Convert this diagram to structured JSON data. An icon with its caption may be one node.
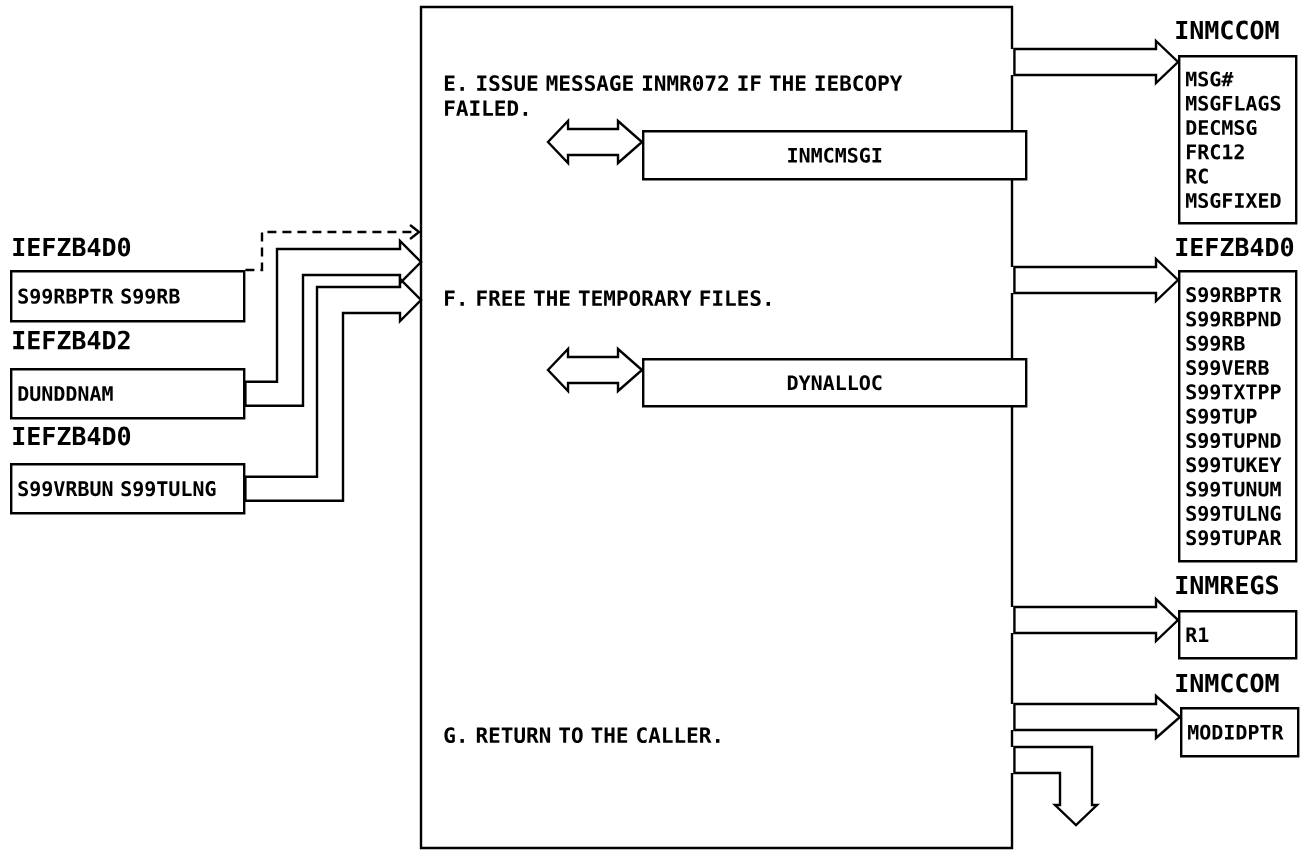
{
  "diagram": {
    "nodes": [
      {
        "text": [
          "IEFZB4D0",
          "S99RBPTR S99RB"
        ]
      },
      {
        "text": [
          "IEFZB4D2",
          "DUNDDNAM"
        ]
      },
      {
        "text": [
          "IEFZB4D0",
          "S99VRBUN S99TULNG"
        ]
      },
      {
        "text": [
          "E. ISSUE MESSAGE INMR072 IF THE IEBCOPY FAILED.",
          "F. FREE THE TEMPORARY FILES.",
          "G. RETURN TO THE CALLER."
        ]
      },
      {
        "text": [
          "INMCMSGI"
        ],
        "in": 3
      },
      {
        "text": [
          "DYNALLOC"
        ],
        "in": 3
      },
      {
        "text": [
          "INMCCOM",
          "MSG#",
          "MSGFLAGS",
          "DECMSG",
          "FRC12",
          "RC",
          "MSGFIXED"
        ]
      },
      {
        "text": [
          "IEFZB4D0",
          "S99RBPTR",
          "S99RBPND",
          "S99RB",
          "S99VERB",
          "S99TXTPP",
          "S99TUP",
          "S99TUPND",
          "S99TUKEY",
          "S99TUNUM",
          "S99TULNG",
          "S99TUPAR"
        ]
      },
      {
        "text": [
          "INMREGS",
          "R1"
        ]
      },
      {
        "text": [
          "INMCCOM",
          "MODIDPTR"
        ]
      }
    ],
    "edges": [
      {
        "from": 0,
        "to": 3,
        "arrow": "to",
        "style": "dashed"
      },
      {
        "from": 1,
        "to": 3,
        "arrow": "to"
      },
      {
        "from": 2,
        "to": 3,
        "arrow": "to"
      },
      {
        "from": null,
        "to": 4,
        "arrow": "both"
      },
      {
        "from": null,
        "to": 5,
        "arrow": "both"
      },
      {
        "from": 3,
        "to": 6,
        "arrow": "to"
      },
      {
        "from": 3,
        "to": 7,
        "arrow": "to"
      },
      {
        "from": 3,
        "to": 8,
        "arrow": "to"
      },
      {
        "from": 3,
        "to": 9,
        "arrow": "to"
      },
      {
        "from": 3,
        "to": null,
        "arrow": "to"
      }
    ]
  }
}
